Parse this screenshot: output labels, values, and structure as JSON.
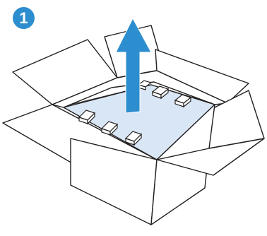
{
  "step": {
    "number": "1"
  },
  "illustration": {
    "subject": "open-box-lift-insert",
    "arrow_direction": "up"
  },
  "colors": {
    "badge": "#2c8ecf",
    "arrow": "#2c8ecf",
    "insert_fill": "#d9e6f5",
    "outline": "#231f20"
  }
}
